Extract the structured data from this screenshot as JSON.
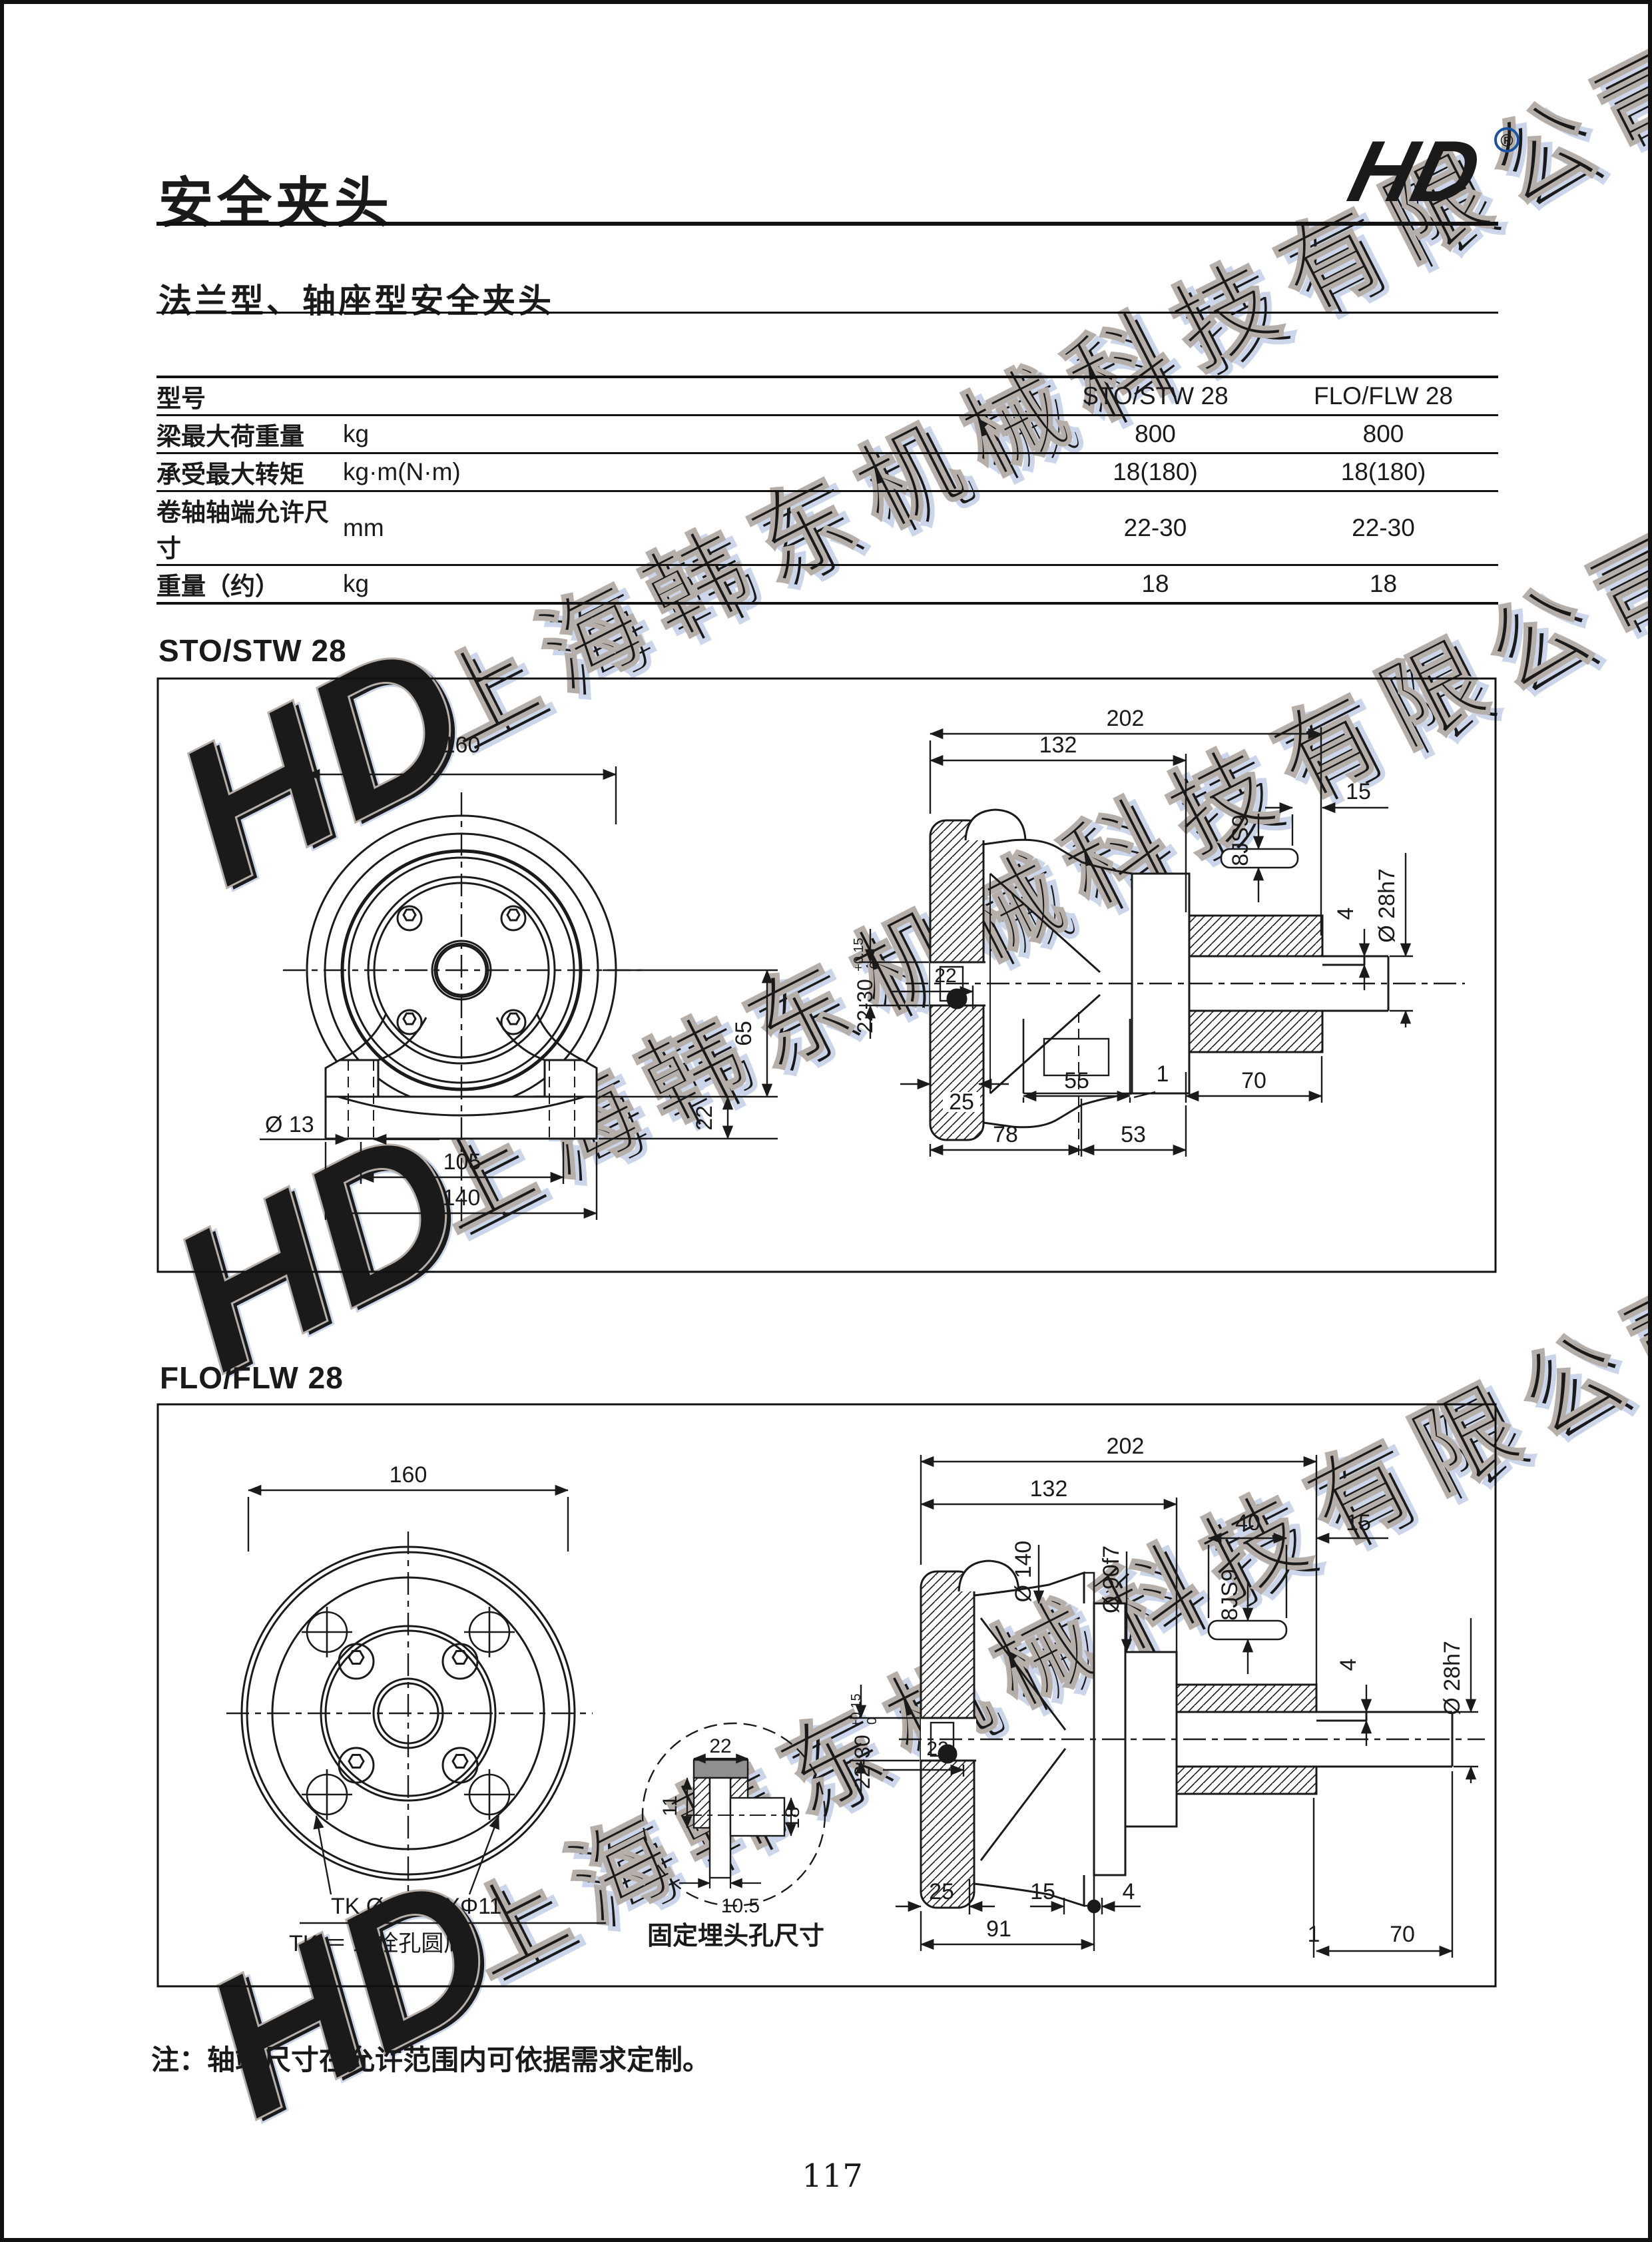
{
  "header": {
    "title": "安全夹头",
    "subtitle": "法兰型、轴座型安全夹头",
    "logo": "HD",
    "reg": "®"
  },
  "table": {
    "model_label": "型号",
    "col1": "STO/STW 28",
    "col2": "FLO/FLW 28",
    "rows": [
      {
        "label": "梁最大荷重量",
        "unit": "kg",
        "v1": "800",
        "v2": "800"
      },
      {
        "label": "承受最大转矩",
        "unit": "kg·m(N·m)",
        "v1": "18(180)",
        "v2": "18(180)"
      },
      {
        "label": "卷轴轴端允许尺寸",
        "unit": "mm",
        "v1": "22-30",
        "v2": "22-30"
      },
      {
        "label": "重量（约）",
        "unit": "kg",
        "v1": "18",
        "v2": "18"
      }
    ]
  },
  "sections": {
    "s1": "STO/STW 28",
    "s2": "FLO/FLW 28"
  },
  "d1": {
    "w160": "160",
    "h65": "65",
    "h22": "22",
    "d13": "Ø 13",
    "w105": "105",
    "w140": "140",
    "w202": "202",
    "w132": "132",
    "w15": "15",
    "key": "8JS9",
    "shaft": "Ø 28h7",
    "k4": "4",
    "range": "22-30",
    "tsup": "+0.15",
    "tinf": "0",
    "m22": "22",
    "w55": "55",
    "w1": "1",
    "w70": "70",
    "w25": "25",
    "w78": "78",
    "w53": "53"
  },
  "d2": {
    "w160": "160",
    "w202": "202",
    "w132": "132",
    "w40": "40",
    "w15": "15",
    "key": "8JS9",
    "d140": "Ø 140",
    "d90": "Ø 90f7",
    "shaft": "Ø 28h7",
    "k4": "4",
    "range": "22-30",
    "tsup": "+0.15",
    "tinf": "0",
    "m22": "22",
    "w25": "25",
    "w15b": "15",
    "w4b": "4",
    "w1": "1",
    "w70": "70",
    "w91": "91",
    "tk1": "TK Ø 115  4XΦ11",
    "tk2": "TK ＝ 螺栓孔圆周",
    "cap": "固定埋头孔尺寸",
    "c22": "22",
    "c11": "11",
    "c18": "18",
    "c105": "10.5"
  },
  "note": "注：轴端尺寸在允许范围内可依据需求定制。",
  "page_number": "117",
  "watermark": {
    "company": "上海韩东机械科技有限公司",
    "logo": "HD"
  }
}
